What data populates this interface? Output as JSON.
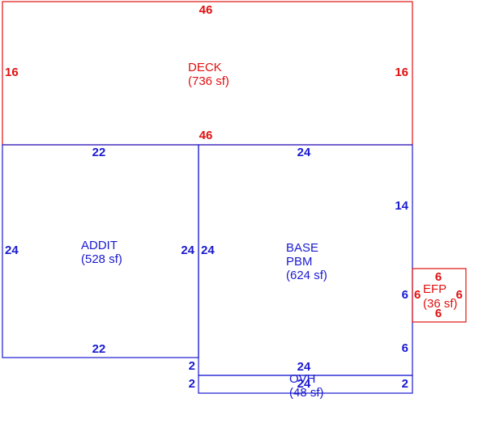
{
  "colors": {
    "red": "#e01010",
    "blue": "#1a1ad0"
  },
  "deck": {
    "name": "DECK",
    "area": "(736 sf)",
    "dims": {
      "top": "46",
      "bottom": "46",
      "left": "16",
      "right": "16"
    }
  },
  "addit": {
    "name": "ADDIT",
    "area": "(528 sf)",
    "dims": {
      "top": "22",
      "bottom": "22",
      "left": "24",
      "right": "24"
    }
  },
  "base": {
    "name_line1": "BASE",
    "name_line2": "PBM",
    "area": "(624 sf)",
    "dims": {
      "top": "24",
      "bottom": "24",
      "left": "24",
      "right_upper": "14",
      "right_mid": "6",
      "right_lower": "6"
    }
  },
  "efp": {
    "name": "EFP",
    "area": "(36 sf)",
    "dims": {
      "top": "6",
      "bottom": "6",
      "left": "6",
      "right": "6"
    }
  },
  "ovh": {
    "name": "OVH",
    "area": "(48 sf)",
    "dims": {
      "top": "24",
      "left_upper": "2",
      "left_lower": "2",
      "right": "2"
    }
  }
}
